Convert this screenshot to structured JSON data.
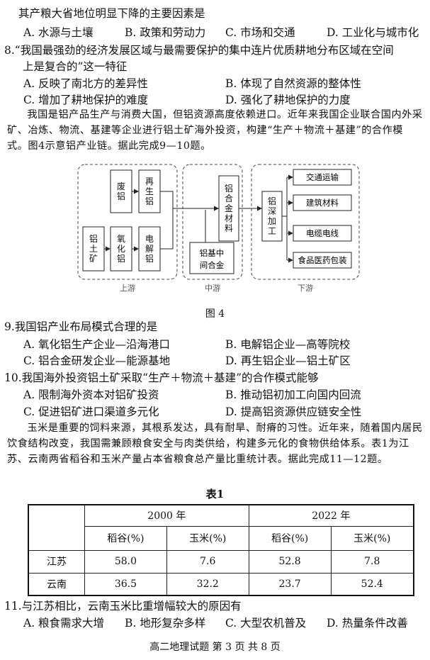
{
  "q7_tail": {
    "stem": "其产粮大省地位明显下降的主要因素是",
    "options": [
      "A. 水源与土壤",
      "B. 政策和劳动力",
      "C. 市场和交通",
      "D. 工业化与城市化"
    ]
  },
  "q8": {
    "stem_line1": "8.“我国最强劲的经济发展区域与最需要保护的集中连片优质耕地分布区域在空间",
    "stem_line2": "上是复合的”这一特征",
    "options": [
      "A. 反映了南北方的差异性",
      "B. 体现了自然资源的整体性",
      "C. 增加了耕地保护的难度",
      "D. 强化了耕地保护的力度"
    ]
  },
  "passage1": "我国是铝产品生产与消费大国，但铝资源高度依赖进口。近年来我国企业联合国内外采矿、冶炼、物流、基建等企业进行铝土矿海外投资，构建“生产＋物流＋基建”的合作模式。图4示意铝产业链。据此完成9—10题。",
  "figure4": {
    "caption": "图 4",
    "upstream_label": "上游",
    "midstream_label": "中游",
    "downstream_label": "下游",
    "boxes": {
      "waste_al": "废铝",
      "recycled_al": "再生铝",
      "bauxite": "铝土矿",
      "alumina": "氧化铝",
      "electrolytic_al": "电解铝",
      "al_alloy_material": "铝合金材料",
      "al_master_alloy": "铝基中间合金",
      "deep_processing": "铝深加工"
    },
    "applications": [
      "交通运输",
      "建筑材料",
      "电缆电线",
      "食品医药包装"
    ]
  },
  "q9": {
    "stem": "9.我国铝产业布局模式合理的是",
    "options": [
      "A. 氧化铝生产企业—沿海港口",
      "B. 电解铝企业—高等院校",
      "C. 铝合金研发企业—能源基地",
      "D. 再生铝企业—铝土矿区"
    ]
  },
  "q10": {
    "stem": "10.我国海外投资铝土矿采取“生产＋物流＋基建”的合作模式能够",
    "options": [
      "A. 限制海外资本对铝矿投资",
      "B. 推动铝初加工向国内回流",
      "C. 促进铝矿进口渠道多元化",
      "D. 提高铝资源供应链安全性"
    ]
  },
  "passage2": "玉米是重要的饲料来源，其根系发达，具有耐旱、耐瘠的习性。近年来，随着国内居民饮食结构改变，我国需兼顾粮食安全与肉类供给，构建多元化的食物供给体系。表1为江苏、云南两省稻谷和玉米产量占本省粮食总产量比重统计表。据此完成11—12题。",
  "table1": {
    "title": "表1",
    "years": [
      "2000 年",
      "2022 年"
    ],
    "sub_headers": [
      "稻谷(%)",
      "玉米(%)",
      "稻谷(%)",
      "玉米(%)"
    ],
    "rows": [
      {
        "province": "江苏",
        "values": [
          "58.0",
          "7.6",
          "52.8",
          "7.8"
        ]
      },
      {
        "province": "云南",
        "values": [
          "36.5",
          "32.2",
          "23.7",
          "52.4"
        ]
      }
    ]
  },
  "q11": {
    "stem": "11.与江苏相比，云南玉米比重增幅较大的原因有",
    "options": [
      "A. 粮食需求大增",
      "B. 地形复杂多样",
      "C. 大型农机普及",
      "D. 热量条件改善"
    ]
  },
  "footer": "高二地理试题   第 3 页   共 8 页"
}
